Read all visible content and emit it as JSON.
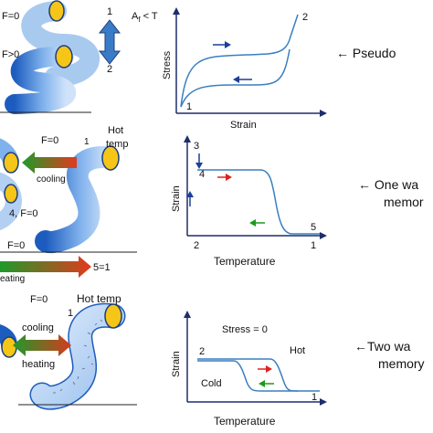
{
  "panels": {
    "top": {
      "force_upper": "F=0",
      "force_lower": "F>0",
      "state_upper": "1",
      "state_lower": "2",
      "condition_main": "A",
      "condition_sub": "f",
      "condition_rest": " < T",
      "graph": {
        "ylabel": "Stress",
        "xlabel": "Strain",
        "point_start": "1",
        "point_end": "2"
      },
      "caption_line1": "← Pseudo"
    },
    "middle": {
      "force": "F=0",
      "arrow_label": "cooling",
      "state_1": "1",
      "hot_line1": "Hot",
      "hot_line2": "temp",
      "state_4": "4, F=0",
      "bottom_force": "F=0",
      "heating_label": "eating",
      "sequence": "5=1",
      "graph": {
        "ylabel": "Strain",
        "xlabel": "Temperature",
        "p1": "1",
        "p2": "2",
        "p3": "3",
        "p4": "4",
        "p5": "5"
      },
      "caption_line1": "← One wa",
      "caption_line2": "memor"
    },
    "bottom": {
      "force": "F=0",
      "hot_label": "Hot temp",
      "state_1": "1",
      "cooling": "cooling",
      "heating": "heating",
      "graph": {
        "ylabel": "Strain",
        "xlabel": "Temperature",
        "stress": "Stress = 0",
        "hot": "Hot",
        "cold": "Cold",
        "p1": "1",
        "p2": "2"
      },
      "caption_line1": "←Two wa",
      "caption_line2": "memory"
    }
  },
  "colors": {
    "spring_light": "#7fb1ec",
    "spring_dark": "#1d5cbf",
    "end_cap": "#f5c518",
    "axis": "#1f2d6b",
    "curve": "#3a7fc1",
    "red_arrow": "#e02020",
    "green_arrow": "#1a9a1a",
    "double_arrow": "#3a7bc8"
  }
}
